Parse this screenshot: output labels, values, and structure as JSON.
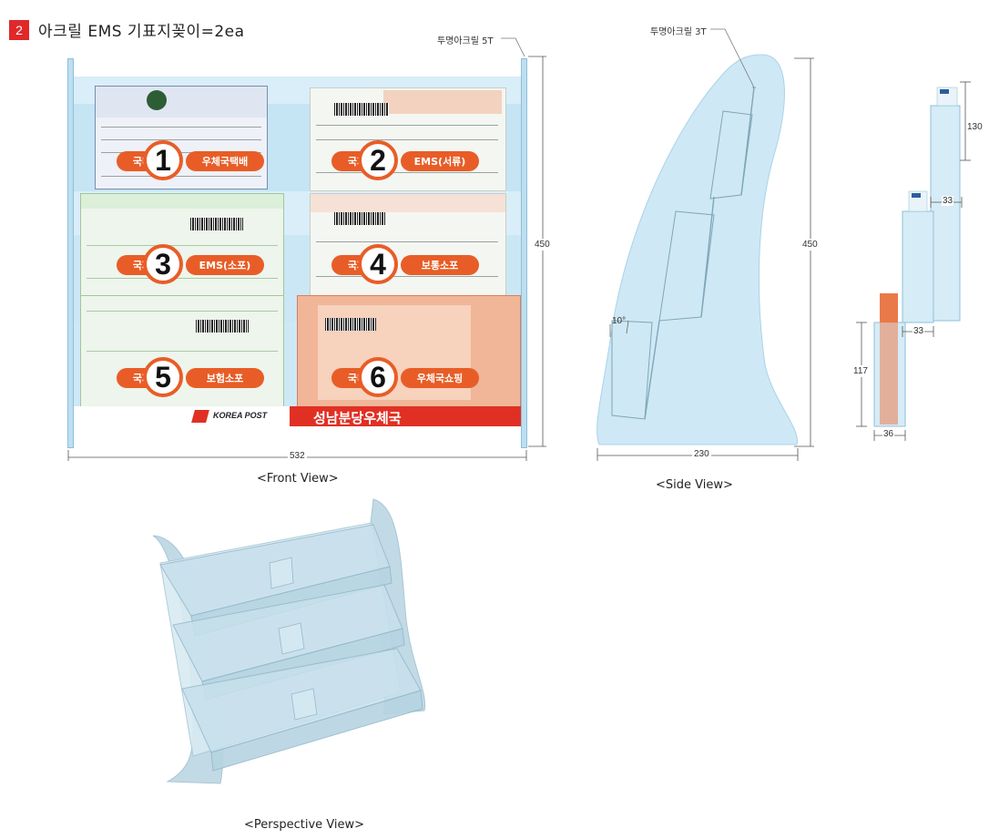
{
  "header": {
    "number": "2",
    "title": "아크릴 EMS 기표지꽂이=2ea"
  },
  "front": {
    "caption": "<Front View>",
    "callout": "투명아크릴 5T",
    "width_label": "532",
    "height_label": "450",
    "slots": [
      {
        "n": "1",
        "left": "국내",
        "right": "우체국택배"
      },
      {
        "n": "2",
        "left": "국제",
        "right": "EMS(서류)"
      },
      {
        "n": "3",
        "left": "국제",
        "right": "EMS(소포)"
      },
      {
        "n": "4",
        "left": "국제",
        "right": "보통소포"
      },
      {
        "n": "5",
        "left": "국제",
        "right": "보험소포"
      },
      {
        "n": "6",
        "left": "국내",
        "right": "우체국쇼핑"
      }
    ],
    "banner": {
      "logo_text": "KOREA POST",
      "office": "성남분당우체국",
      "color": "#e03024"
    }
  },
  "side": {
    "caption": "<Side View>",
    "callout": "투명아크릴 3T",
    "width_label": "230",
    "height_label": "450",
    "angle_label": "10°"
  },
  "profile": {
    "labels": {
      "top_height": "130",
      "top_width": "33",
      "mid_width": "33",
      "bottom_height": "117",
      "bottom_width": "36"
    }
  },
  "perspective": {
    "caption": "<Perspective View>"
  },
  "colors": {
    "accent": "#e85d27",
    "acrylic": "#cfe8f5",
    "red": "#e0282a"
  }
}
